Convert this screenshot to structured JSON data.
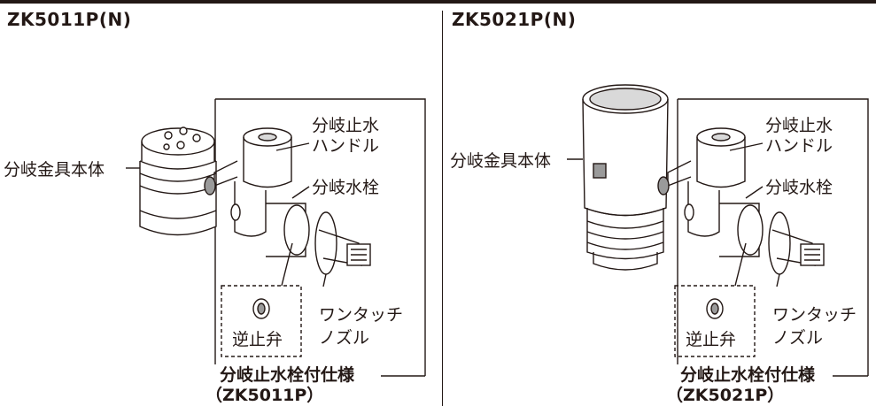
{
  "panels": [
    {
      "model_title": "ZK5011P(N)",
      "labels": {
        "body": "分岐金具本体",
        "handle_line1": "分岐止水",
        "handle_line2": "ハンドル",
        "faucet": "分岐水栓",
        "nozzle_line1": "ワンタッチ",
        "nozzle_line2": "ノズル",
        "check_valve": "逆止弁",
        "spec_line1": "分岐止水栓付仕様",
        "spec_line2": "（ZK5011P）"
      }
    },
    {
      "model_title": "ZK5021P(N)",
      "labels": {
        "body": "分岐金具本体",
        "handle_line1": "分岐止水",
        "handle_line2": "ハンドル",
        "faucet": "分岐水栓",
        "nozzle_line1": "ワンタッチ",
        "nozzle_line2": "ノズル",
        "check_valve": "逆止弁",
        "spec_line1": "分岐止水栓付仕様",
        "spec_line2": "（ZK5021P）"
      }
    }
  ],
  "colors": {
    "ink": "#231815",
    "fill": "#ffffff",
    "shade": "#d9d9d9",
    "dark_shade": "#9a9a9a"
  }
}
